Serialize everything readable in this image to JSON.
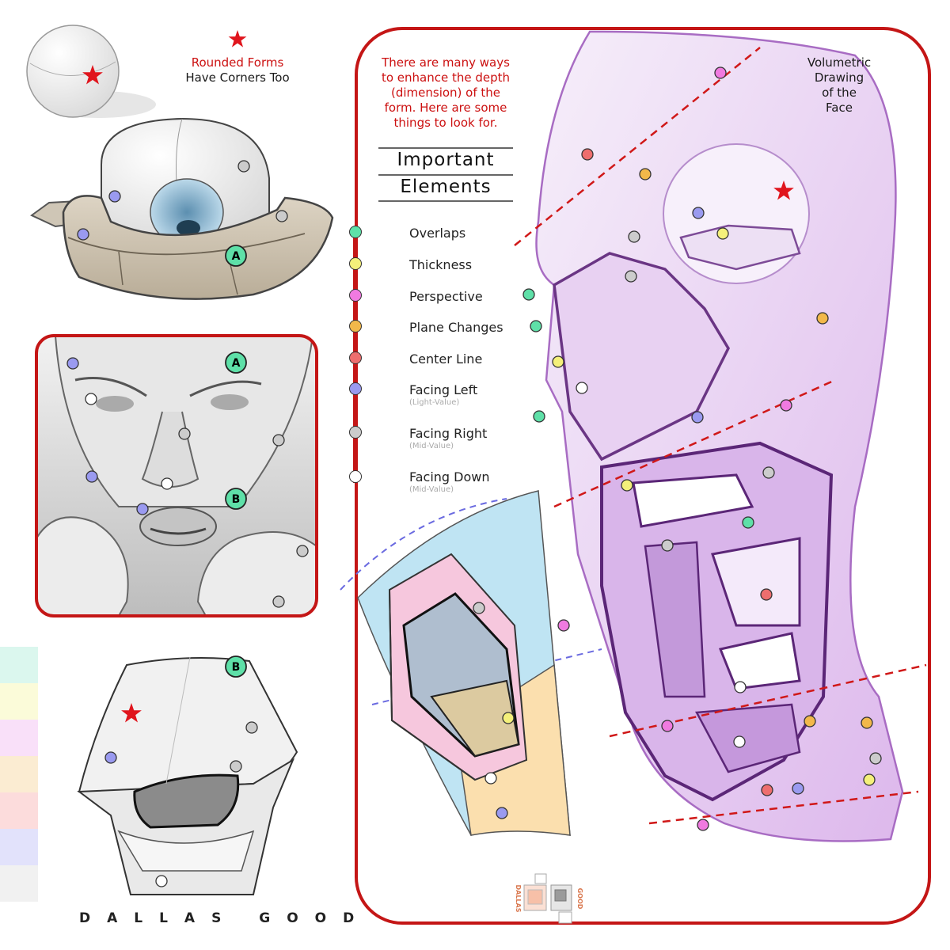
{
  "top_left_note": {
    "line1": "Rounded Forms",
    "line2": "Have Corners Too"
  },
  "intro_text": {
    "line1": "There are many ways",
    "line2": "to enhance the depth",
    "line3": "(dimension) of the",
    "line4": "form. Here are some",
    "line5": "things to look for."
  },
  "heading": {
    "line1": "Important",
    "line2": "Elements"
  },
  "volumetric_note": {
    "line1": "Volumetric",
    "line2": "Drawing",
    "line3": "of the",
    "line4": "Face"
  },
  "legend": [
    {
      "label": "Overlaps",
      "sub": "",
      "color": "#5ee0a8"
    },
    {
      "label": "Thickness",
      "sub": "",
      "color": "#f4f07a"
    },
    {
      "label": "Perspective",
      "sub": "",
      "color": "#f07ae0"
    },
    {
      "label": "Plane Changes",
      "sub": "",
      "color": "#f2b84a"
    },
    {
      "label": "Center Line",
      "sub": "",
      "color": "#ee6e6e"
    },
    {
      "label": "Facing Left",
      "sub": "(Light-Value)",
      "color": "#9a9af0"
    },
    {
      "label": "Facing Right",
      "sub": "(Mid-Value)",
      "color": "#cccccc"
    },
    {
      "label": "Facing Down",
      "sub": "(Mid-Value)",
      "color": "#ffffff"
    }
  ],
  "badges": {
    "a": "A",
    "b": "B"
  },
  "swatches": [
    "#dbf7ee",
    "#fbfbd9",
    "#f9e0f9",
    "#fbecd2",
    "#fcdcdc",
    "#e2e2fb",
    "#f1f1f1"
  ],
  "signature": "DALLAS GOOD",
  "logo": {
    "left": "DALLAS",
    "right": "GOOD"
  },
  "colors": {
    "accent_red": "#cc1111",
    "frame_red": "#c41616"
  }
}
